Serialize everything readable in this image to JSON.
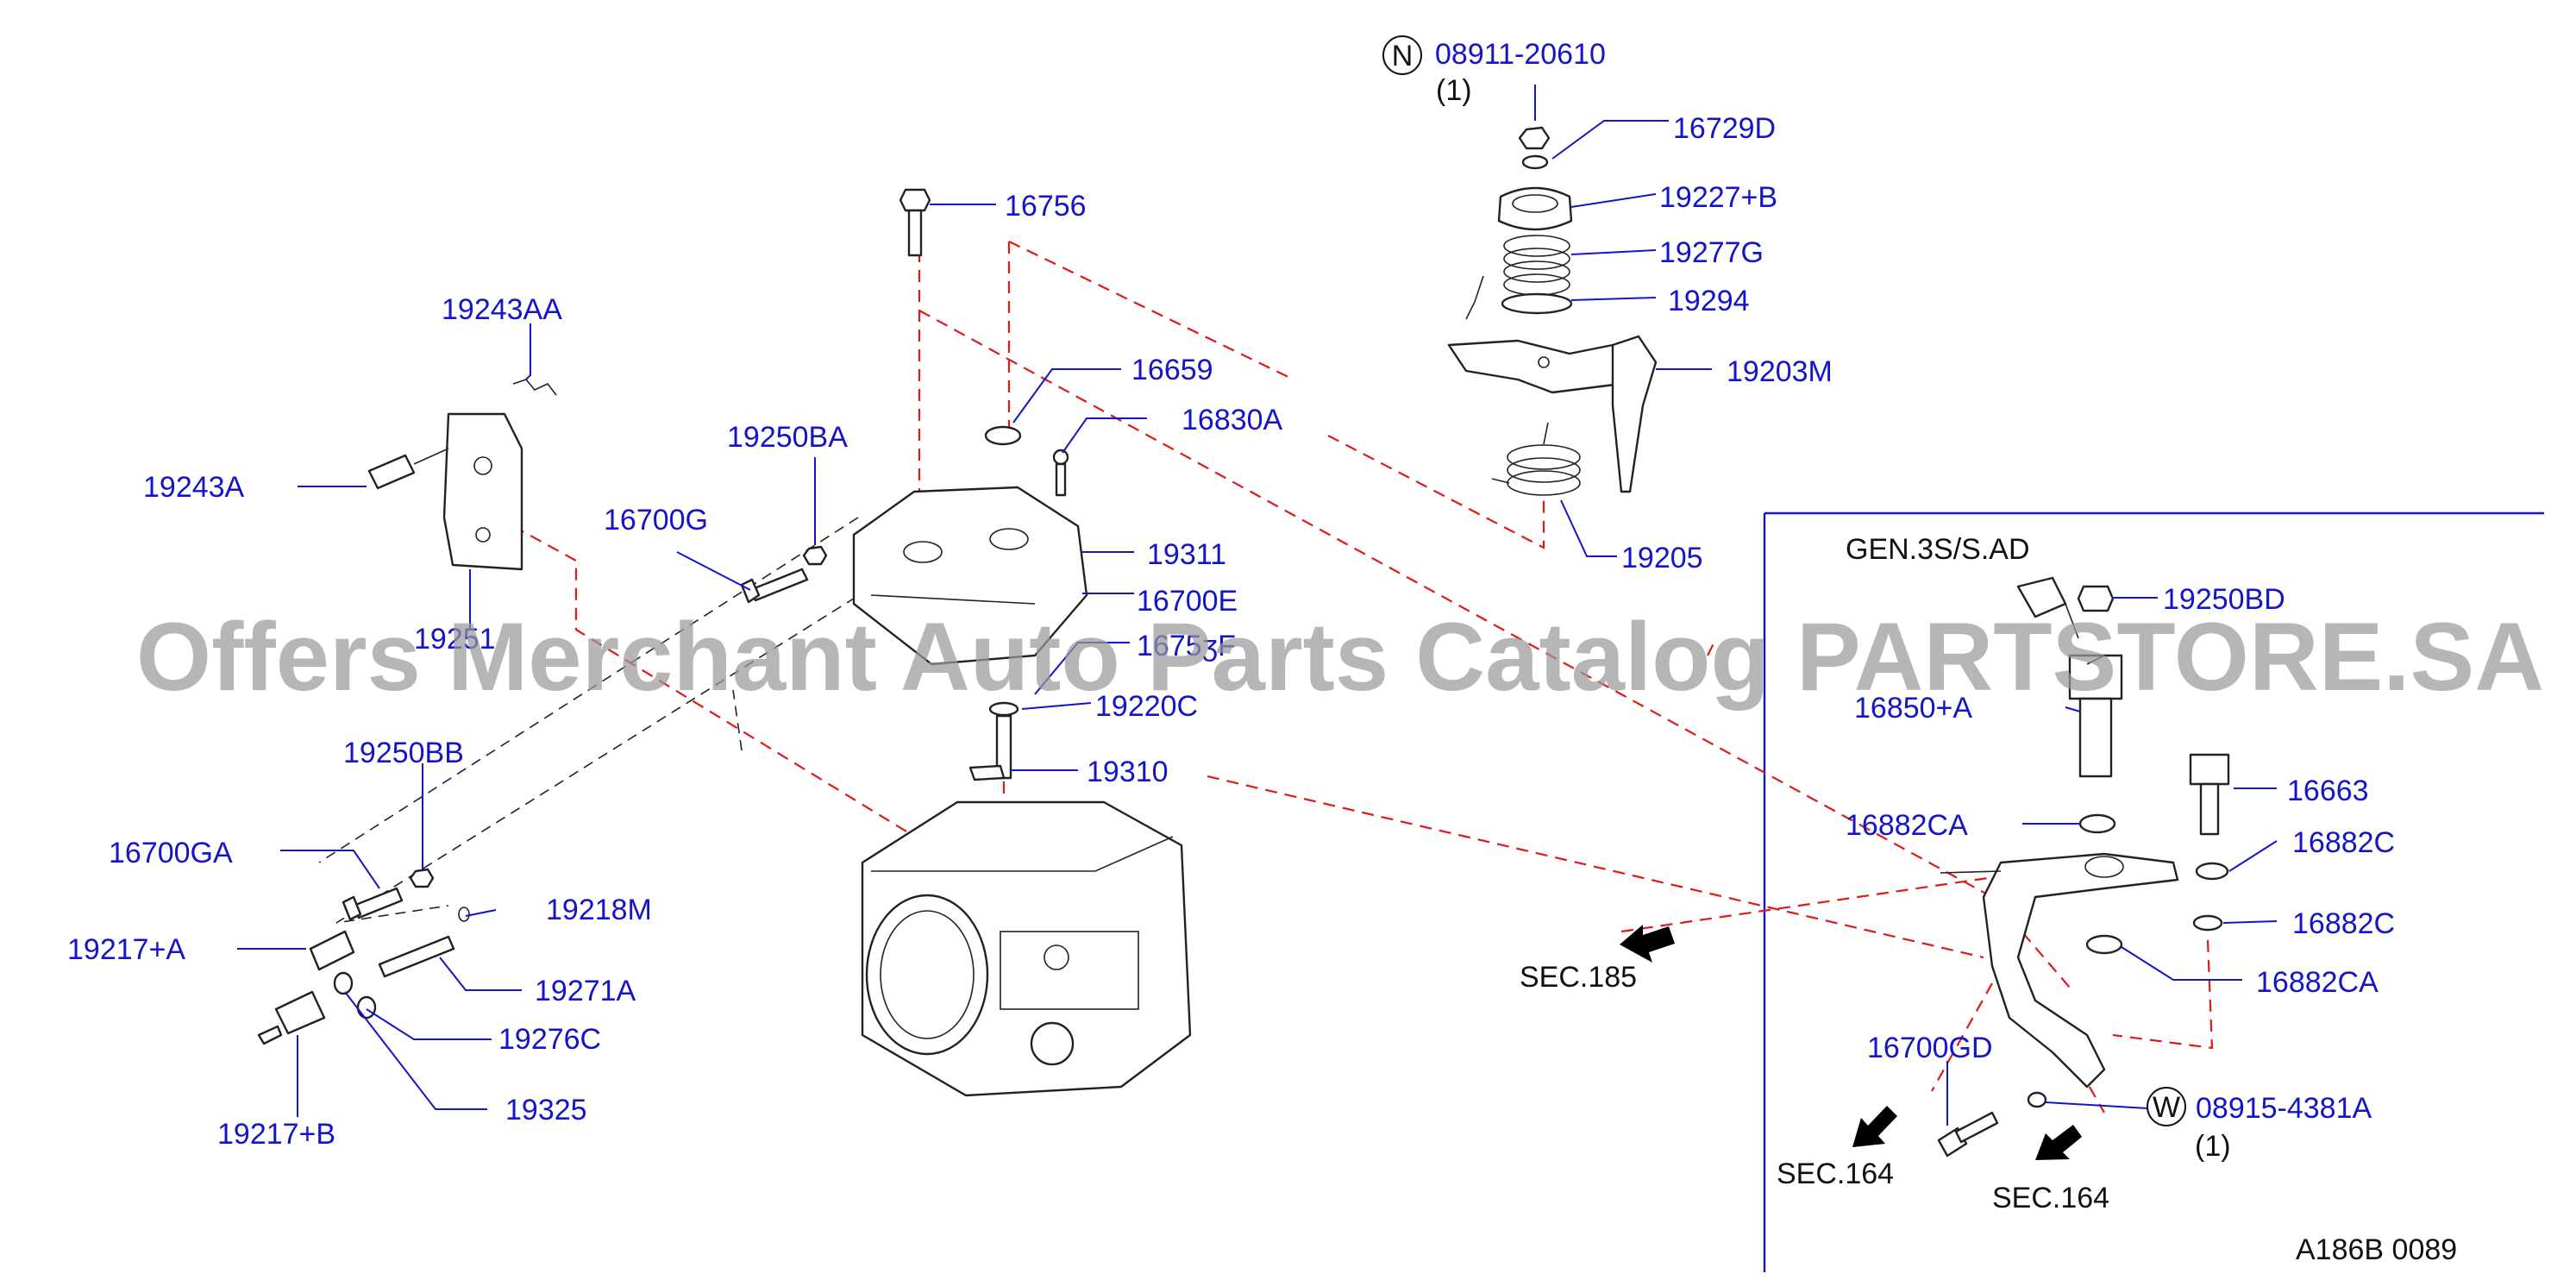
{
  "colors": {
    "callout": "#1414c8",
    "leader_dashed": "#e01818",
    "line": "#222222",
    "watermark": "#9a9a9a"
  },
  "part_labels": {
    "p08911": "08911-20610",
    "p08911_qty": "(1)",
    "p16729D": "16729D",
    "p19227B": "19227+B",
    "p19277G": "19277G",
    "p19294": "19294",
    "p19203M": "19203M",
    "p19205": "19205",
    "p16756": "16756",
    "p16659": "16659",
    "p16830A": "16830A",
    "p19250BA": "19250BA",
    "p16700G": "16700G",
    "p19311": "19311",
    "p16700E": "16700E",
    "p1675xF": "1675ʒF",
    "p19220C": "19220C",
    "p19310": "19310",
    "p19243AA": "19243AA",
    "p19243A": "19243A",
    "p19251": "19251",
    "p19250BB": "19250BB",
    "p16700GA": "16700GA",
    "p19217A": "19217+A",
    "p19218M": "19218M",
    "p19271A": "19271A",
    "p19276C": "19276C",
    "p19325": "19325",
    "p19217B": "19217+B",
    "p19250BD": "19250BD",
    "p16850A": "16850+A",
    "p16663": "16663",
    "p16882CA_1": "16882CA",
    "p16882C_1": "16882C",
    "p16882C_2": "16882C",
    "p16882CA_2": "16882CA",
    "p16700GD": "16700GD",
    "p08915": "08915-4381A",
    "p08915_qty": "(1)"
  },
  "markers": {
    "n": "N",
    "w": "W"
  },
  "refs": {
    "sec185": "SEC.185",
    "sec164_a": "SEC.164",
    "sec164_b": "SEC.164"
  },
  "inset_title": "GEN.3S/S.AD",
  "diagram_code": "A186B  0089",
  "watermark": "Offers Merchant Auto Parts Catalog PARTSTORE.SA",
  "icons": [
    "hex-nut-icon",
    "washer-icon",
    "coil-spring-icon",
    "bolt-icon",
    "arrow-icon"
  ]
}
